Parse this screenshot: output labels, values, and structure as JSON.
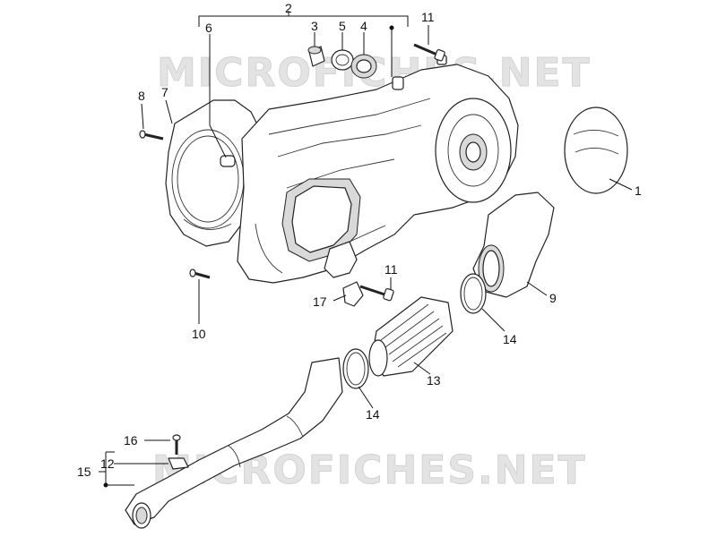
{
  "watermark": {
    "text": "MICROFICHES.NET"
  },
  "callouts": {
    "c1": "1",
    "c2": "2",
    "c3": "3",
    "c4": "4",
    "c5": "5",
    "c6": "6",
    "c7": "7",
    "c8": "8",
    "c9": "9",
    "c10": "10",
    "c11a": "11",
    "c11b": "11",
    "c12": "12",
    "c13": "13",
    "c14a": "14",
    "c14b": "14",
    "c15": "15",
    "c16": "16",
    "c17": "17"
  }
}
